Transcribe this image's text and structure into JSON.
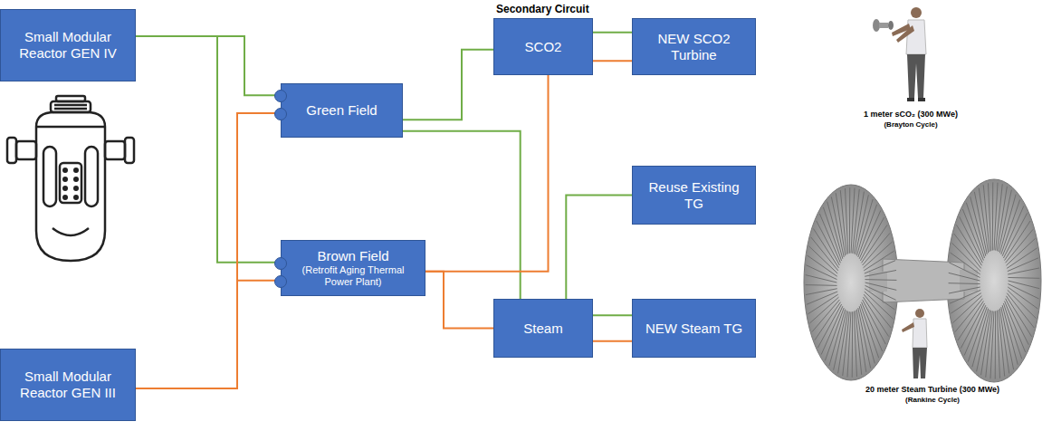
{
  "diagram": {
    "nodes": [
      {
        "text": [
          "Small Modular Reactor GEN IV"
        ]
      },
      {
        "text": [
          "Small Modular Reactor GEN III"
        ]
      },
      {
        "text": [
          "Green Field"
        ]
      },
      {
        "text": [
          "Brown Field",
          "(Retrofit Aging Thermal Power Plant)"
        ]
      },
      {
        "text": [
          "SCO2"
        ]
      },
      {
        "text": [
          "NEW SCO2 Turbine"
        ]
      },
      {
        "text": [
          "Reuse Existing TG"
        ]
      },
      {
        "text": [
          "Steam"
        ]
      },
      {
        "text": [
          "NEW Steam TG"
        ]
      }
    ],
    "edges": [
      {
        "from": 0,
        "to": 2,
        "arrow": "none"
      },
      {
        "from": 0,
        "to": 3,
        "arrow": "none"
      },
      {
        "from": 1,
        "to": 2,
        "arrow": "none"
      },
      {
        "from": 1,
        "to": 3,
        "arrow": "none"
      },
      {
        "from": 2,
        "to": 4,
        "arrow": "none"
      },
      {
        "from": 2,
        "to": 7,
        "arrow": "none"
      },
      {
        "from": 3,
        "to": 4,
        "arrow": "none"
      },
      {
        "from": 3,
        "to": 7,
        "arrow": "none"
      },
      {
        "from": 4,
        "to": 5,
        "arrow": "none"
      },
      {
        "from": 4,
        "to": 5,
        "arrow": "none"
      },
      {
        "from": 7,
        "to": 6,
        "arrow": "none"
      },
      {
        "from": 7,
        "to": 8,
        "arrow": "none"
      },
      {
        "from": 7,
        "to": 8,
        "arrow": "none"
      }
    ],
    "labels": [
      "Secondary Circuit",
      "1 meter sCO₂ (300 MWe)",
      "(Brayton Cycle)",
      "20 meter Steam Turbine (300 MWe)",
      "(Rankine Cycle)"
    ]
  }
}
